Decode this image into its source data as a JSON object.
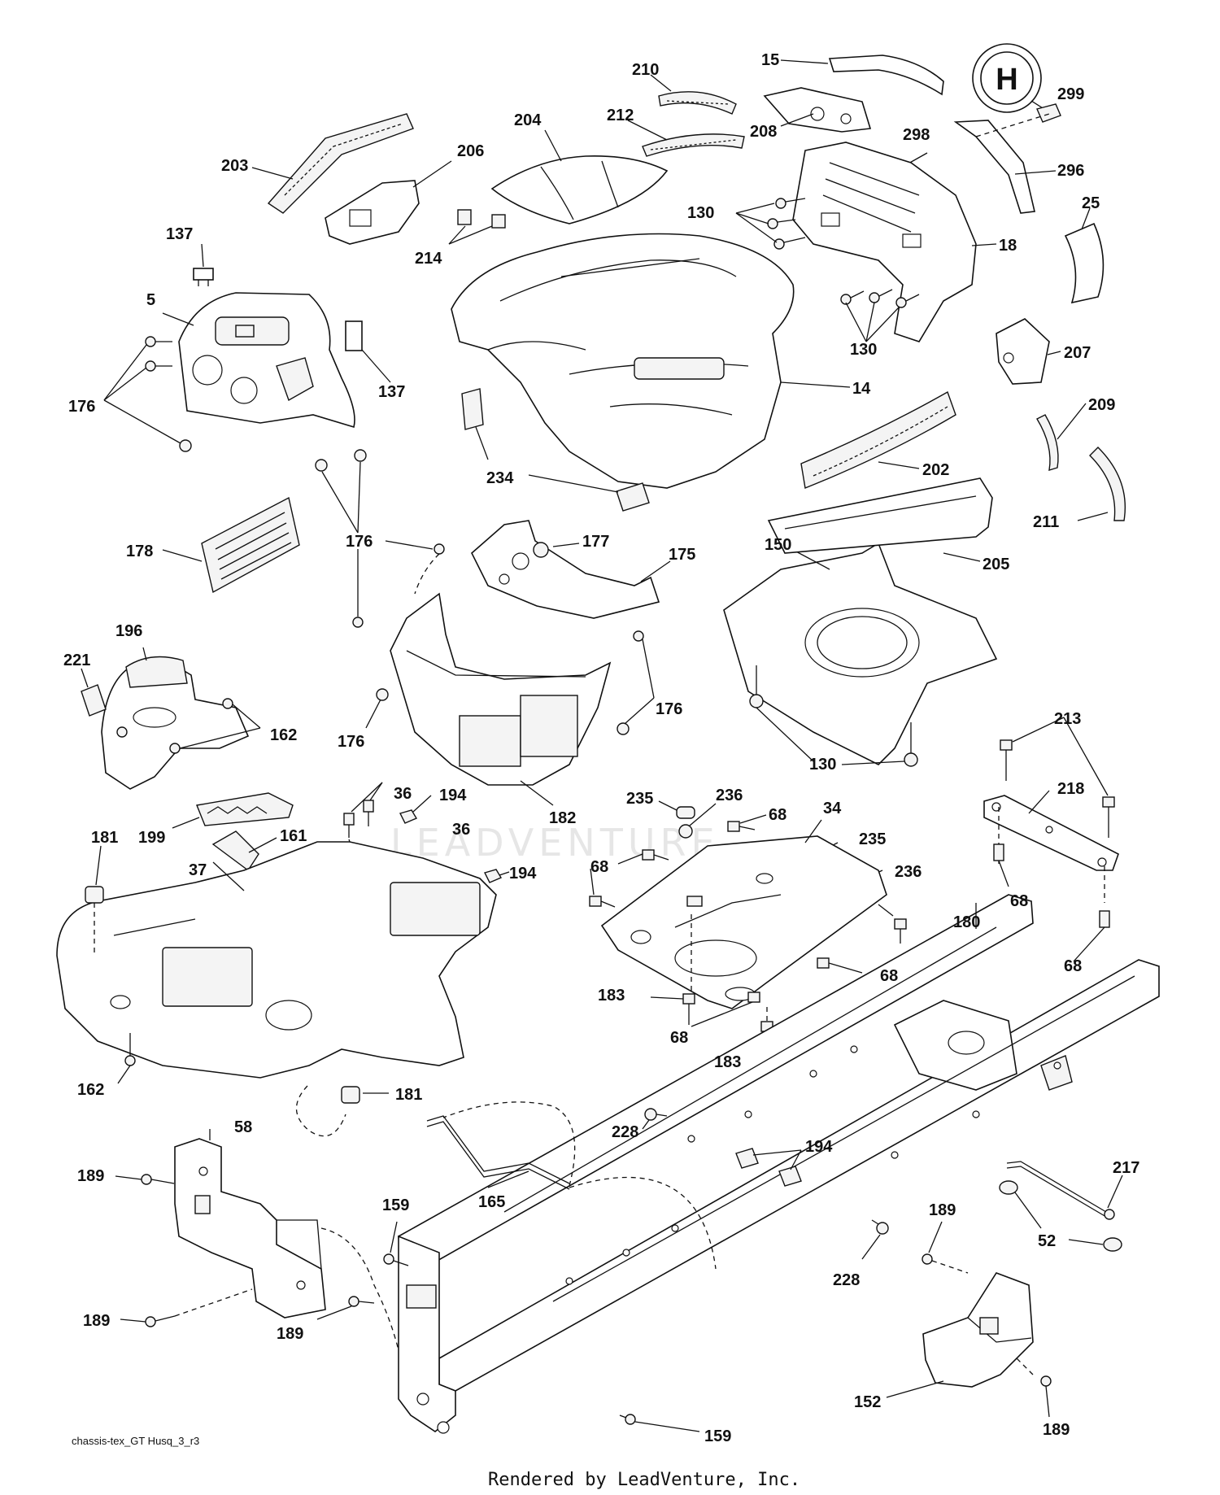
{
  "drawing_id": "chassis-tex_GT Husq_3_r3",
  "footer": "Rendered by LeadVenture, Inc.",
  "watermark": "LEADVENTURE",
  "logo_letter": "H",
  "callouts": {
    "c15": "15",
    "c210": "210",
    "c208": "208",
    "c299": "299",
    "c212": "212",
    "c204": "204",
    "c203": "203",
    "c206": "206",
    "c298": "298",
    "c296": "296",
    "c130a": "130",
    "c25": "25",
    "c18": "18",
    "c137a": "137",
    "c214": "214",
    "c5": "5",
    "c130b": "130",
    "c207": "207",
    "c137b": "137",
    "c176a": "176",
    "c14": "14",
    "c209": "209",
    "c234": "234",
    "c202": "202",
    "c211": "211",
    "c178": "178",
    "c176b": "176",
    "c177": "177",
    "c175": "175",
    "c150": "150",
    "c205": "205",
    "c196": "196",
    "c221": "221",
    "c162a": "162",
    "c176c": "176",
    "c176d": "176",
    "c130c": "130",
    "c213": "213",
    "c36a": "36",
    "c194a": "194",
    "c182": "182",
    "c235a": "235",
    "c236a": "236",
    "c68a": "68",
    "c34": "34",
    "c218": "218",
    "c199": "199",
    "c161": "161",
    "c181a": "181",
    "c36b": "36",
    "c194b": "194",
    "c68b": "68",
    "c235b": "235",
    "c236b": "236",
    "c37": "37",
    "c68c": "68",
    "c180": "180",
    "c68d": "68",
    "c68e": "68",
    "c183a": "183",
    "c68f": "68",
    "c183b": "183",
    "c162b": "162",
    "c181b": "181",
    "c228a": "228",
    "c194c": "194",
    "c58": "58",
    "c217": "217",
    "c189a": "189",
    "c165": "165",
    "c159a": "159",
    "c189b": "189",
    "c52": "52",
    "c228b": "228",
    "c189c": "189",
    "c189d": "189",
    "c152": "152",
    "c189e": "189",
    "c159b": "159"
  }
}
